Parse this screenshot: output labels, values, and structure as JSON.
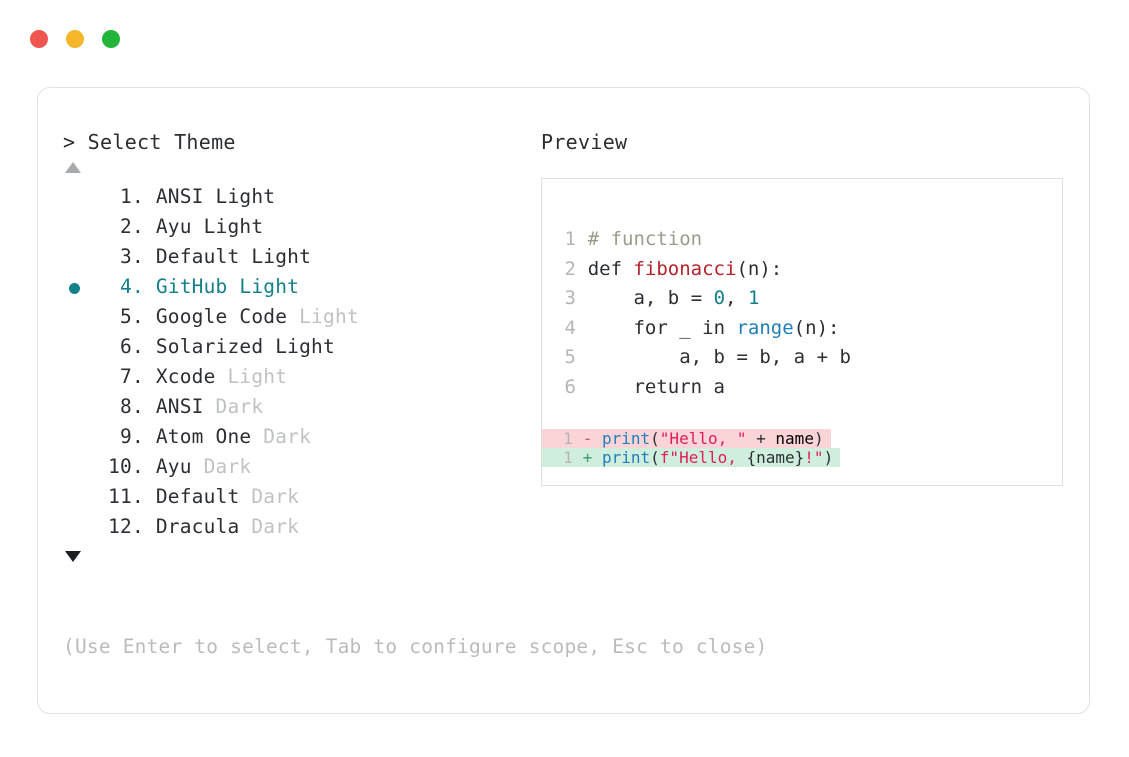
{
  "window": {
    "dots": [
      {
        "name": "close-dot",
        "color": "#f0554f"
      },
      {
        "name": "minimize-dot",
        "color": "#f5b629"
      },
      {
        "name": "maximize-dot",
        "color": "#22b539"
      }
    ]
  },
  "left": {
    "prompt": "> Select Theme",
    "scroll_up_icon": "triangle-up-icon",
    "scroll_down_icon": "triangle-down-icon",
    "selected_index": 4,
    "items": [
      {
        "index": " 1.",
        "name": "ANSI",
        "suffix": "Light",
        "suffix_dim": false,
        "selected": false
      },
      {
        "index": " 2.",
        "name": "Ayu",
        "suffix": "Light",
        "suffix_dim": false,
        "selected": false
      },
      {
        "index": " 3.",
        "name": "Default",
        "suffix": "Light",
        "suffix_dim": false,
        "selected": false
      },
      {
        "index": " 4.",
        "name": "GitHub",
        "suffix": "Light",
        "suffix_dim": false,
        "selected": true
      },
      {
        "index": " 5.",
        "name": "Google Code",
        "suffix": "Light",
        "suffix_dim": true,
        "selected": false
      },
      {
        "index": " 6.",
        "name": "Solarized",
        "suffix": "Light",
        "suffix_dim": false,
        "selected": false
      },
      {
        "index": " 7.",
        "name": "Xcode",
        "suffix": "Light",
        "suffix_dim": true,
        "selected": false
      },
      {
        "index": " 8.",
        "name": "ANSI",
        "suffix": "Dark",
        "suffix_dim": true,
        "selected": false
      },
      {
        "index": " 9.",
        "name": "Atom One",
        "suffix": "Dark",
        "suffix_dim": true,
        "selected": false
      },
      {
        "index": "10.",
        "name": "Ayu",
        "suffix": "Dark",
        "suffix_dim": true,
        "selected": false
      },
      {
        "index": "11.",
        "name": "Default",
        "suffix": "Dark",
        "suffix_dim": true,
        "selected": false
      },
      {
        "index": "12.",
        "name": "Dracula",
        "suffix": "Dark",
        "suffix_dim": true,
        "selected": false
      }
    ],
    "hint": "(Use Enter to select, Tab to configure scope, Esc to close)"
  },
  "right": {
    "title": "Preview",
    "code_lines": [
      {
        "n": "1",
        "text": "# function"
      },
      {
        "n": "2",
        "text": "def fibonacci(n):"
      },
      {
        "n": "3",
        "text": "    a, b = 0, 1"
      },
      {
        "n": "4",
        "text": "    for _ in range(n):"
      },
      {
        "n": "5",
        "text": "        a, b = b, a + b"
      },
      {
        "n": "6",
        "text": "    return a"
      }
    ],
    "diff_lines": [
      {
        "n": "1",
        "sign": "-",
        "text": "print(\"Hello, \" + name)",
        "kind": "removed"
      },
      {
        "n": "1",
        "sign": "+",
        "text": "print(f\"Hello, {name}!\")",
        "kind": "added"
      }
    ]
  },
  "colors": {
    "accent_teal": "#13808a",
    "text": "#2b2f33",
    "dim_text": "#bfc2c4",
    "hint_text": "#b9bcbe",
    "card_border": "#e2e2e2",
    "preview_border": "#dedede",
    "comment": "#9b9b8a",
    "function_name": "#b5232b",
    "number": "#13808a",
    "builtin": "#1f7fb8",
    "string": "#e01e5a",
    "diff_removed_bg": "#fad4d7",
    "diff_added_bg": "#cfeedd"
  }
}
